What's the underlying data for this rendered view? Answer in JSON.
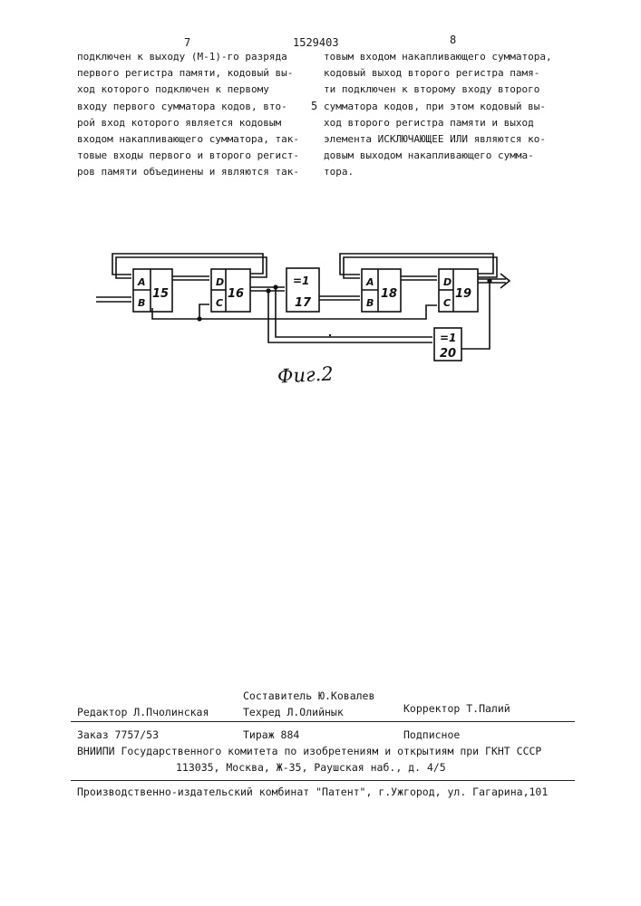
{
  "header": {
    "page_left": "7",
    "doc_number": "1529403",
    "page_right": "8",
    "line_mark": "5"
  },
  "left_column": [
    "подключен к выходу (M-1)-го разряда",
    "первого регистра памяти, кодовый вы-",
    "ход которого подключен к первому",
    "входу первого сумматора кодов, вто-",
    "рой вход которого является кодовым",
    "входом накапливающего сумматора, так-",
    "товые входы первого и второго регист-",
    "ров памяти объединены и являются так-"
  ],
  "right_column": [
    "товым входом накапливающего сумматора,",
    "кодовый выход второго регистра памя-",
    "ти подключен к второму входу второго",
    "сумматора кодов, при этом кодовый вы-",
    "ход второго регистра памяти и выход",
    "элемента ИСКЛЮЧАЮЩЕЕ ИЛИ являются ко-",
    "довым выходом накапливающего сумма-",
    "тора."
  ],
  "diagram": {
    "blocks": [
      {
        "id": "15",
        "inputs": [
          "A",
          "B"
        ]
      },
      {
        "id": "16",
        "inputs": [
          "D",
          "C"
        ]
      },
      {
        "id": "17",
        "op": "=1"
      },
      {
        "id": "18",
        "inputs": [
          "A",
          "B"
        ]
      },
      {
        "id": "19",
        "inputs": [
          "D",
          "C"
        ]
      },
      {
        "id": "20",
        "op": "=1"
      }
    ],
    "caption": "Фиг.2"
  },
  "footer": {
    "compiler": "Составитель Ю.Ковалев",
    "editor": "Редактор Л.Пчолинская",
    "techred": "Техред Л.Олийнык",
    "corrector": "Корректор Т.Палий",
    "order": "Заказ 7757/53",
    "circulation": "Тираж 884",
    "signed": "Подписное",
    "org_line1": "ВНИИПИ Государственного комитета по изобретениям и открытиям при ГКНТ СССР",
    "org_line2": "113035, Москва, Ж-35, Раушская наб., д. 4/5",
    "publisher": "Производственно-издательский комбинат \"Патент\", г.Ужгород, ул. Гагарина,101"
  }
}
